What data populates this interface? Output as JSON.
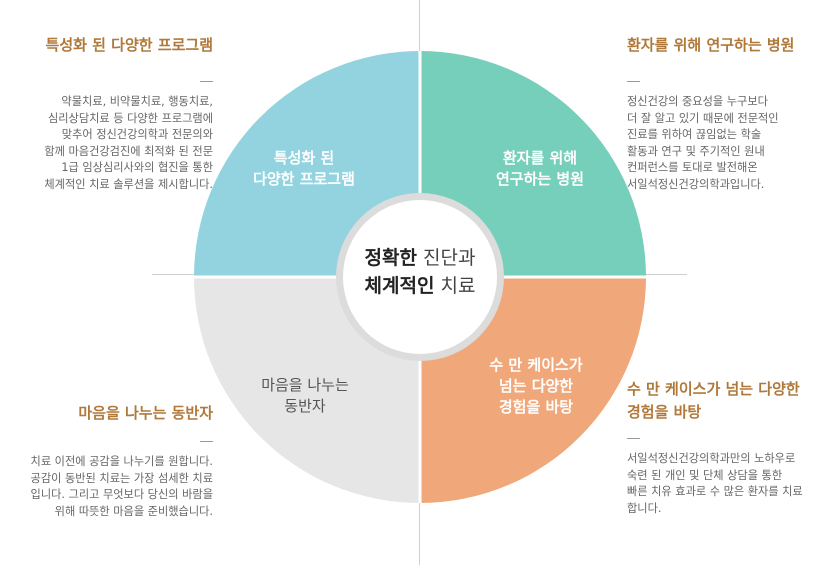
{
  "colors": {
    "top_left": "#92d3df",
    "top_right": "#75cfba",
    "bottom_right": "#f0a87b",
    "bottom_left": "#e6e6e6",
    "title_accent": "#b0793a"
  },
  "center": {
    "line1_bold": "정확한",
    "line1_rest": " 진단과",
    "line2_bold": "체계적인",
    "line2_rest": " 치료"
  },
  "segments": {
    "top_left": "특성화 된\n다양한 프로그램",
    "top_right": "환자를 위해\n연구하는 병원",
    "bottom_right": "수 만 케이스가\n넘는 다양한\n경험을 바탕",
    "bottom_left": "마음을 나누는\n동반자"
  },
  "blocks": {
    "top_left": {
      "title": "특성화 된 다양한 프로그램",
      "desc": "약물치료, 비약물치료, 행동치료,\n심리상담치료 등 다양한 프로그램에\n맞추어 정신건강의학과 전문의와\n함께 마음건강검진에 최적화 된 전문\n1급 임상심리사와의 협진을 통한\n체계적인 치료 솔루션을 제시합니다."
    },
    "top_right": {
      "title": "환자를 위해 연구하는 병원",
      "desc": "정신건강의 중요성을 누구보다\n더 잘 알고 있기 때문에 전문적인\n진료를 위하여 끊임없는 학술\n활동과 연구 및 주기적인 원내\n컨퍼런스를 토대로 발전해온\n서일석정신건강의학과입니다."
    },
    "bottom_left": {
      "title": "마음을 나누는 동반자",
      "desc": "치료 이전에 공감을 나누기를 원합니다.\n공감이 동반된 치료는 가장 섬세한 치료\n입니다. 그리고 무엇보다 당신의 바람을\n위해  따뜻한  마음을  준비했습니다."
    },
    "bottom_right": {
      "title": "수 만 케이스가 넘는 다양한\n경험을 바탕",
      "desc": "서일석정신건강의학과만의 노하우로\n숙련  된  개인  및  단체  상담을  통한\n빠른 치유 효과로 수 많은 환자를 치료\n합니다."
    }
  }
}
